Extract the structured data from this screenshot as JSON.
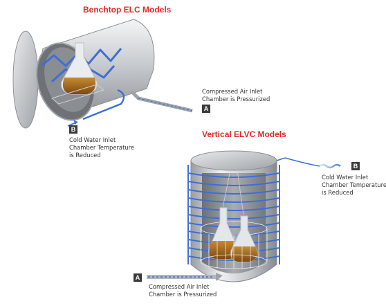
{
  "benchtop": {
    "title": "Benchtop ELC Models",
    "air_inlet": {
      "badge": "A",
      "line1": "Compressed Air Inlet",
      "line2": "Chamber is Pressurized"
    },
    "water_inlet": {
      "badge": "B",
      "line1": "Cold Water Inlet",
      "line2": "Chamber Temperature",
      "line3": "is Reduced"
    }
  },
  "vertical": {
    "title": "Vertical ELVC Models",
    "water_inlet": {
      "badge": "B",
      "line1": "Cold Water Inlet",
      "line2": "Chamber Temperature",
      "line3": "is Reduced"
    },
    "air_inlet": {
      "badge": "A",
      "line1": "Compressed Air Inlet",
      "line2": "Chamber is Pressurized"
    }
  },
  "colors": {
    "title": "#e3282b",
    "coil": "#3b6fd8",
    "steel": "#b9bcc0",
    "liquid": "#a86b1e"
  }
}
